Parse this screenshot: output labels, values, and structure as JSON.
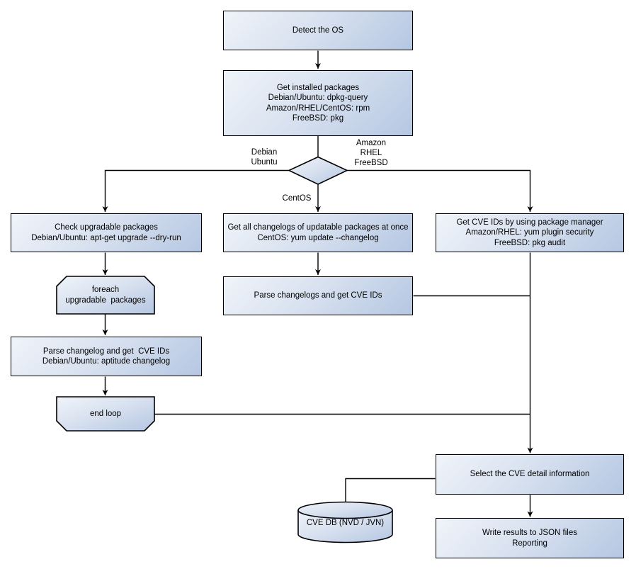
{
  "diagram": {
    "title_hint": "OS package CVE scan flowchart",
    "colors": {
      "node_gradient_start": "#f0f4fa",
      "node_gradient_end": "#b5c7e2",
      "border": "#000000",
      "line": "#000000",
      "text": "#000000",
      "background": "#ffffff"
    },
    "nodes": {
      "detect_os": {
        "shape": "rect",
        "label": "Detect the OS"
      },
      "get_installed_packages": {
        "shape": "rect",
        "label": "Get installed packages\nDebian/Ubuntu: dpkg-query\nAmazon/RHEL/CentOS: rpm\nFreeBSD: pkg"
      },
      "os_decision": {
        "shape": "diamond",
        "label": ""
      },
      "check_upgradable": {
        "shape": "rect",
        "label": "Check upgradable packages\nDebian/Ubuntu: apt-get upgrade --dry-run"
      },
      "foreach_loop": {
        "shape": "loop-start",
        "label": "foreach\nupgradable  packages"
      },
      "parse_changelog_deb": {
        "shape": "rect",
        "label": "Parse changelog and get  CVE IDs\nDebian/Ubuntu: aptitude changelog"
      },
      "end_loop": {
        "shape": "loop-end",
        "label": "end loop"
      },
      "get_all_changelogs": {
        "shape": "rect",
        "label": "Get all changelogs of updatable packages at once\nCentOS: yum update --changelog"
      },
      "parse_changelogs_centos": {
        "shape": "rect",
        "label": "Parse changelogs and get CVE IDs"
      },
      "get_cve_ids_pkg_mgr": {
        "shape": "rect",
        "label": "Get CVE IDs by using package manager\nAmazon/RHEL: yum plugin security\nFreeBSD: pkg audit"
      },
      "select_cve_detail": {
        "shape": "rect",
        "label": "Select the CVE detail information"
      },
      "cve_db": {
        "shape": "cylinder",
        "label": "CVE DB (NVD / JVN)"
      },
      "write_results": {
        "shape": "rect",
        "label": "Write results to JSON files\nReporting"
      }
    },
    "edge_labels": {
      "debian_ubuntu": "Debian\nUbuntu",
      "amazon_rhel_freebsd": "Amazon\nRHEL\nFreeBSD",
      "centos": "CentOS"
    },
    "edges": [
      {
        "from": "detect_os",
        "to": "get_installed_packages",
        "arrow": true
      },
      {
        "from": "get_installed_packages",
        "to": "os_decision",
        "arrow": false
      },
      {
        "from": "os_decision",
        "to": "check_upgradable",
        "label": "Debian\nUbuntu",
        "arrow": true
      },
      {
        "from": "os_decision",
        "to": "get_all_changelogs",
        "label": "CentOS",
        "arrow": true
      },
      {
        "from": "os_decision",
        "to": "get_cve_ids_pkg_mgr",
        "label": "Amazon\nRHEL\nFreeBSD",
        "arrow": true
      },
      {
        "from": "check_upgradable",
        "to": "foreach_loop",
        "arrow": true
      },
      {
        "from": "foreach_loop",
        "to": "parse_changelog_deb",
        "arrow": true
      },
      {
        "from": "parse_changelog_deb",
        "to": "end_loop",
        "arrow": true
      },
      {
        "from": "get_all_changelogs",
        "to": "parse_changelogs_centos",
        "arrow": true
      },
      {
        "from": "end_loop",
        "to": "select_cve_detail",
        "arrow": true
      },
      {
        "from": "parse_changelogs_centos",
        "to": "select_cve_detail",
        "arrow": true
      },
      {
        "from": "get_cve_ids_pkg_mgr",
        "to": "select_cve_detail",
        "arrow": true
      },
      {
        "from": "cve_db",
        "to": "select_cve_detail",
        "arrow": false
      },
      {
        "from": "select_cve_detail",
        "to": "write_results",
        "arrow": true
      }
    ]
  }
}
